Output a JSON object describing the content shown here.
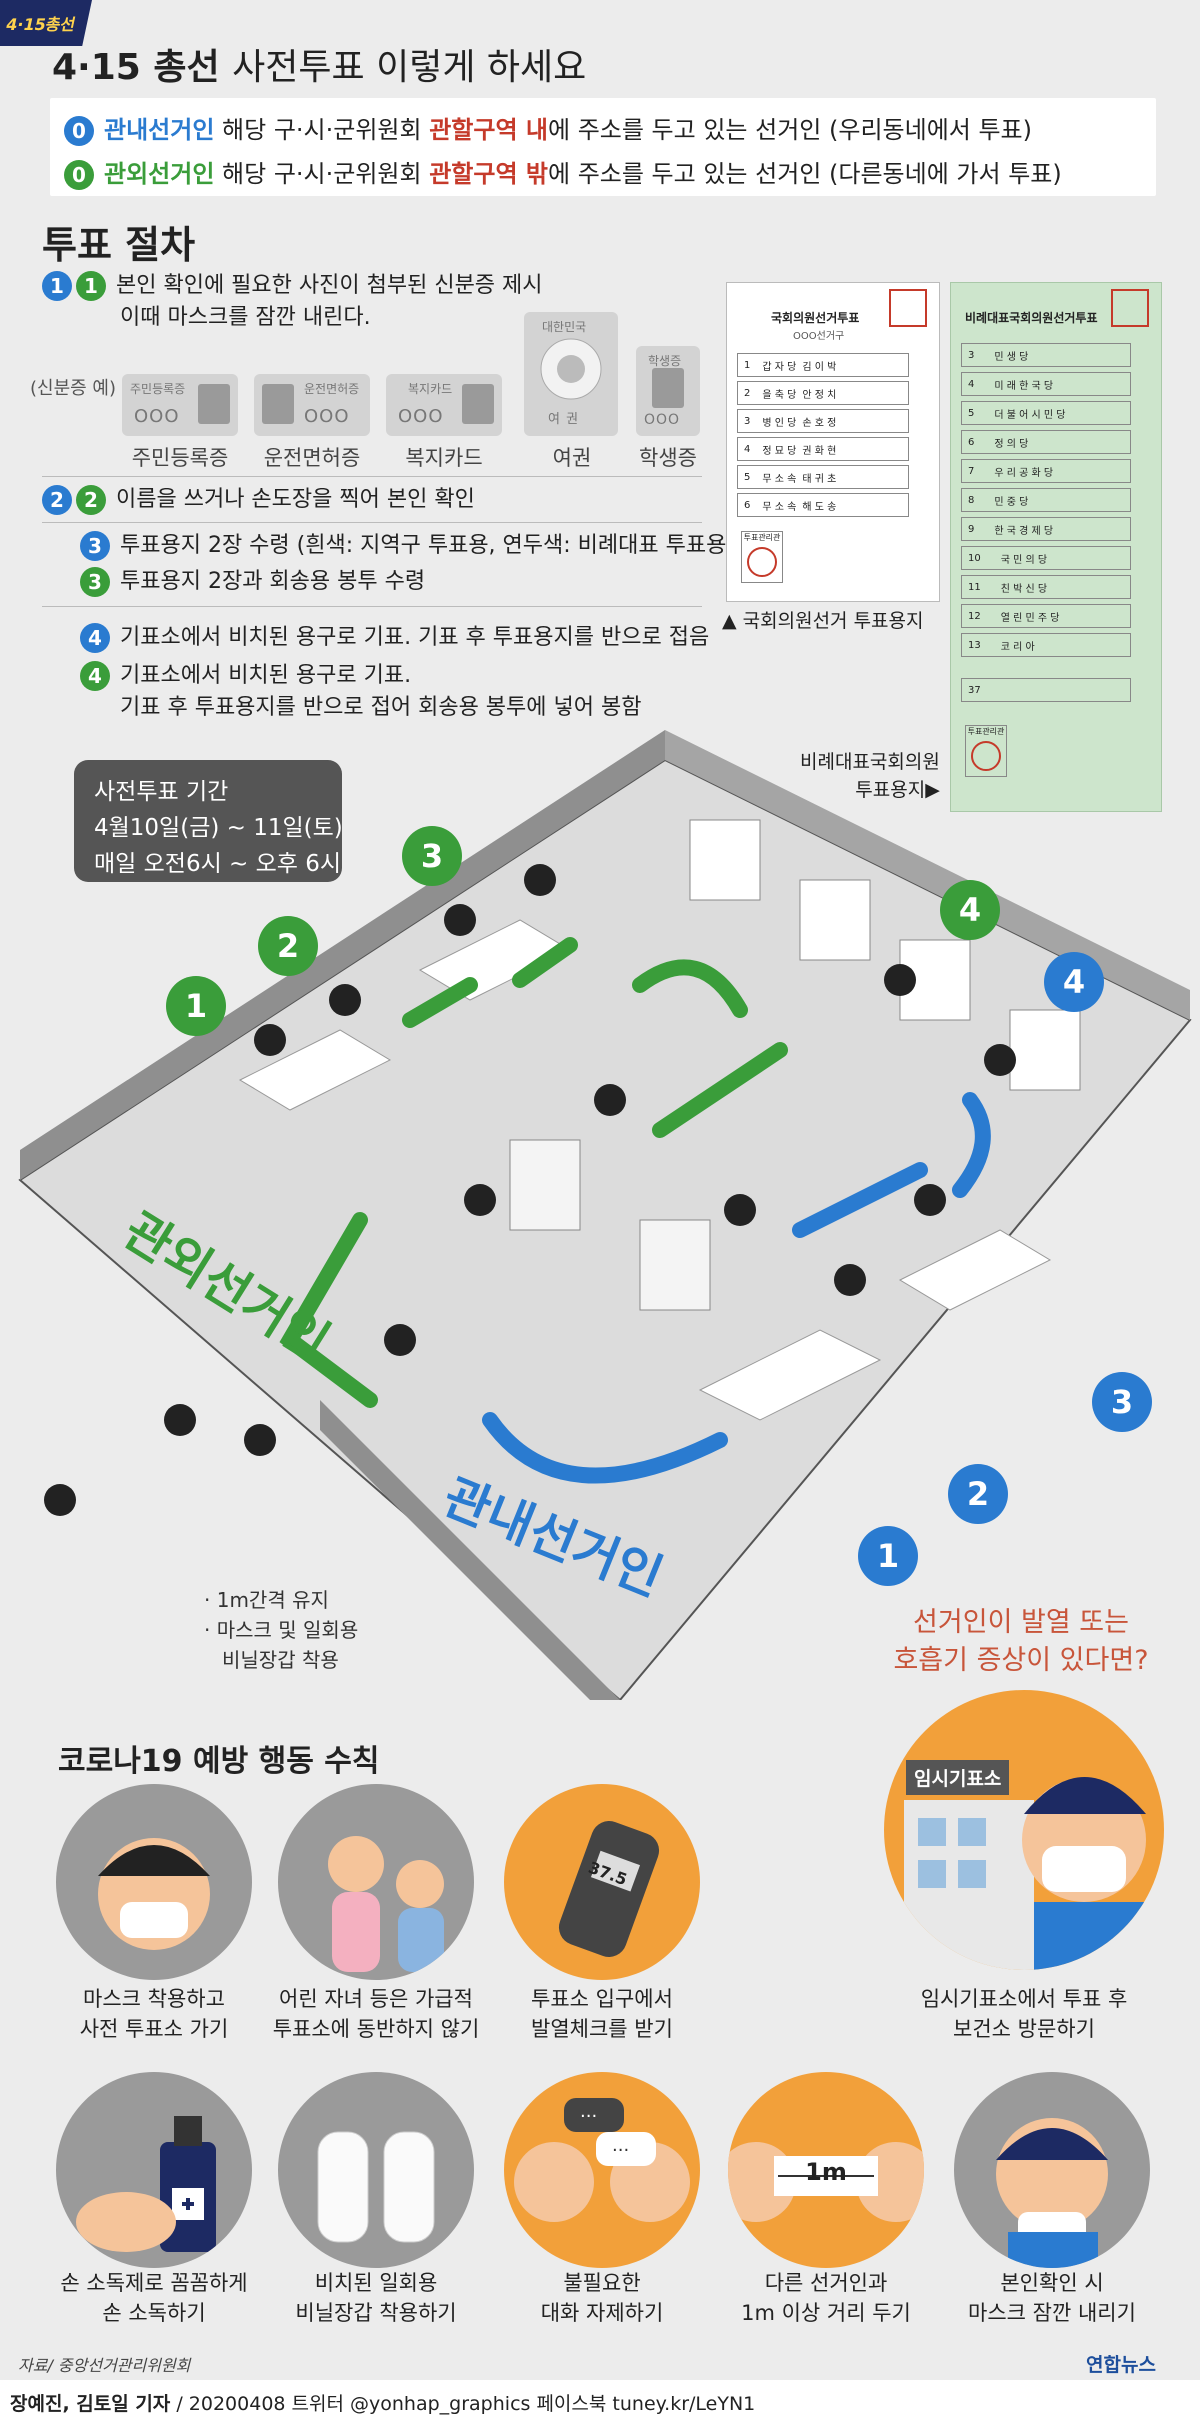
{
  "badge": "4·15총선",
  "title": {
    "bold": "4·15 총선",
    "rest": "사전투표 이렇게 하세요"
  },
  "definitions": [
    {
      "num": "0",
      "term": "관내선거인",
      "pre": "해당 구·시·군위원회",
      "zone": "관할구역 내",
      "post": "에 주소를 두고 있는 선거인 (우리동네에서 투표)"
    },
    {
      "num": "0",
      "term": "관외선거인",
      "pre": "해당 구·시·군위원회",
      "zone": "관할구역 밖",
      "post": "에 주소를 두고 있는 선거인 (다른동네에 가서 투표)"
    }
  ],
  "procedure": {
    "heading": "투표 절차",
    "step1": {
      "n1": "1",
      "n2": "1",
      "line1": "본인 확인에 필요한 사진이 첨부된 신분증 제시",
      "line2": "이때 마스크를 잠깐 내린다."
    },
    "id_label": "(신분증 예)",
    "ids": [
      {
        "card": "주민등록증",
        "name": "주민등록증",
        "digits": "OOO"
      },
      {
        "card": "운전면허증",
        "name": "운전면허증",
        "digits": "OOO"
      },
      {
        "card": "복지카드",
        "name": "복지카드",
        "digits": "OOO"
      },
      {
        "card": "대한민국",
        "name": "여권",
        "digits": "여 권"
      },
      {
        "card": "학생증",
        "name": "학생증",
        "digits": "OOO"
      }
    ],
    "step2": {
      "n1": "2",
      "n2": "2",
      "text": "이름을 쓰거나 손도장을 찍어 본인 확인"
    },
    "step3a": {
      "n": "3",
      "text": "투표용지 2장 수령 (흰색: 지역구 투표용, 연두색: 비례대표 투표용)"
    },
    "step3b": {
      "n": "3",
      "text": "투표용지 2장과 회송용 봉투 수령"
    },
    "step4a": {
      "n": "4",
      "text": "기표소에서 비치된 용구로 기표. 기표 후 투표용지를 반으로 접음"
    },
    "step4b": {
      "n": "4",
      "line1": "기표소에서 비치된 용구로 기표.",
      "line2": "기표 후 투표용지를 반으로 접어 회송용 봉투에 넣어 봉함"
    }
  },
  "ballots": {
    "local": {
      "title": "국회의원선거투표",
      "subtitle": "OOO선거구",
      "rows": [
        {
          "n": "1",
          "party": "갑 자 당",
          "name": "김 이 박"
        },
        {
          "n": "2",
          "party": "을 축 당",
          "name": "안 정 치"
        },
        {
          "n": "3",
          "party": "병 인 당",
          "name": "손 호 정"
        },
        {
          "n": "4",
          "party": "정 묘 당",
          "name": "권 화 현"
        },
        {
          "n": "5",
          "party": "무 소 속",
          "name": "태 귀 초"
        },
        {
          "n": "6",
          "party": "무 소 속",
          "name": "해 도 송"
        }
      ],
      "stamp": "투표관리관",
      "caption": "▲ 국회의원선거 투표용지"
    },
    "proportional": {
      "title": "비례대표국회의원선거투표",
      "rows": [
        {
          "n": "3",
          "party": "민 생 당"
        },
        {
          "n": "4",
          "party": "미 래 한 국 당"
        },
        {
          "n": "5",
          "party": "더 불 어 시 민 당"
        },
        {
          "n": "6",
          "party": "정 의 당"
        },
        {
          "n": "7",
          "party": "우 리 공 화 당"
        },
        {
          "n": "8",
          "party": "민 중 당"
        },
        {
          "n": "9",
          "party": "한 국 경 제 당"
        },
        {
          "n": "10",
          "party": "국 민 의 당"
        },
        {
          "n": "11",
          "party": "친 박 신 당"
        },
        {
          "n": "12",
          "party": "열 린 민 주 당"
        },
        {
          "n": "13",
          "party": "코 리 아"
        },
        {
          "n": "37",
          "party": ""
        }
      ],
      "stamp": "투표관리관",
      "caption_line1": "비례대표국회의원",
      "caption_line2": "투표용지▶"
    }
  },
  "period": {
    "line1": "사전투표 기간",
    "line2": "4월10일(금) ~ 11일(토)",
    "line3": "매일 오전6시 ~ 오후 6시"
  },
  "hall": {
    "outside_label": "관외선거인",
    "inside_label": "관내선거인",
    "green_nums": [
      "1",
      "2",
      "3",
      "4"
    ],
    "blue_nums": [
      "4",
      "3",
      "2",
      "1"
    ]
  },
  "rules": {
    "line1": "· 1m간격 유지",
    "line2": "· 마스크 및 일회용",
    "line3": "비닐장갑 착용"
  },
  "covid": {
    "heading": "코로나19 예방 행동 수칙",
    "row1": [
      {
        "line1": "마스크 착용하고",
        "line2": "사전 투표소 가기",
        "icon": "mask-wearing-icon"
      },
      {
        "line1": "어린 자녀 등은 가급적",
        "line2": "투표소에 동반하지 않기",
        "icon": "children-icon"
      },
      {
        "line1": "투표소 입구에서",
        "line2": "발열체크를 받기",
        "icon": "thermometer-icon",
        "reading": "37.5"
      }
    ],
    "fever_question": {
      "line1": "선거인이 발열 또는",
      "line2": "호흡기 증상이 있다면?"
    },
    "temp_station_sign": "임시기표소",
    "temp_station_caption": {
      "line1": "임시기표소에서 투표 후",
      "line2": "보건소 방문하기"
    },
    "row2": [
      {
        "line1": "손 소독제로 꼼꼼하게",
        "line2": "손 소독하기",
        "icon": "sanitizer-icon"
      },
      {
        "line1": "비치된 일회용",
        "line2": "비닐장갑 착용하기",
        "icon": "gloves-icon"
      },
      {
        "line1": "불필요한",
        "line2": "대화 자제하기",
        "icon": "no-talking-icon"
      },
      {
        "line1": "다른 선거인과",
        "line2": "1m 이상 거리 두기",
        "icon": "distance-icon",
        "distance": "1m"
      },
      {
        "line1": "본인확인 시",
        "line2": "마스크 잠깐 내리기",
        "icon": "mask-lowering-icon"
      }
    ]
  },
  "source": "자료/ 중앙선거관리위원회",
  "logo": "연합뉴스",
  "footer": {
    "reporters": "장예진, 김토일 기자",
    "rest": "/ 20200408 트위터 @yonhap_graphics  페이스북 tuney.kr/LeYN1"
  },
  "colors": {
    "green": "#3a9d3a",
    "blue": "#2a7bd0",
    "red": "#c53a2a",
    "orange": "#f2a03a",
    "navy": "#1d2a63"
  }
}
